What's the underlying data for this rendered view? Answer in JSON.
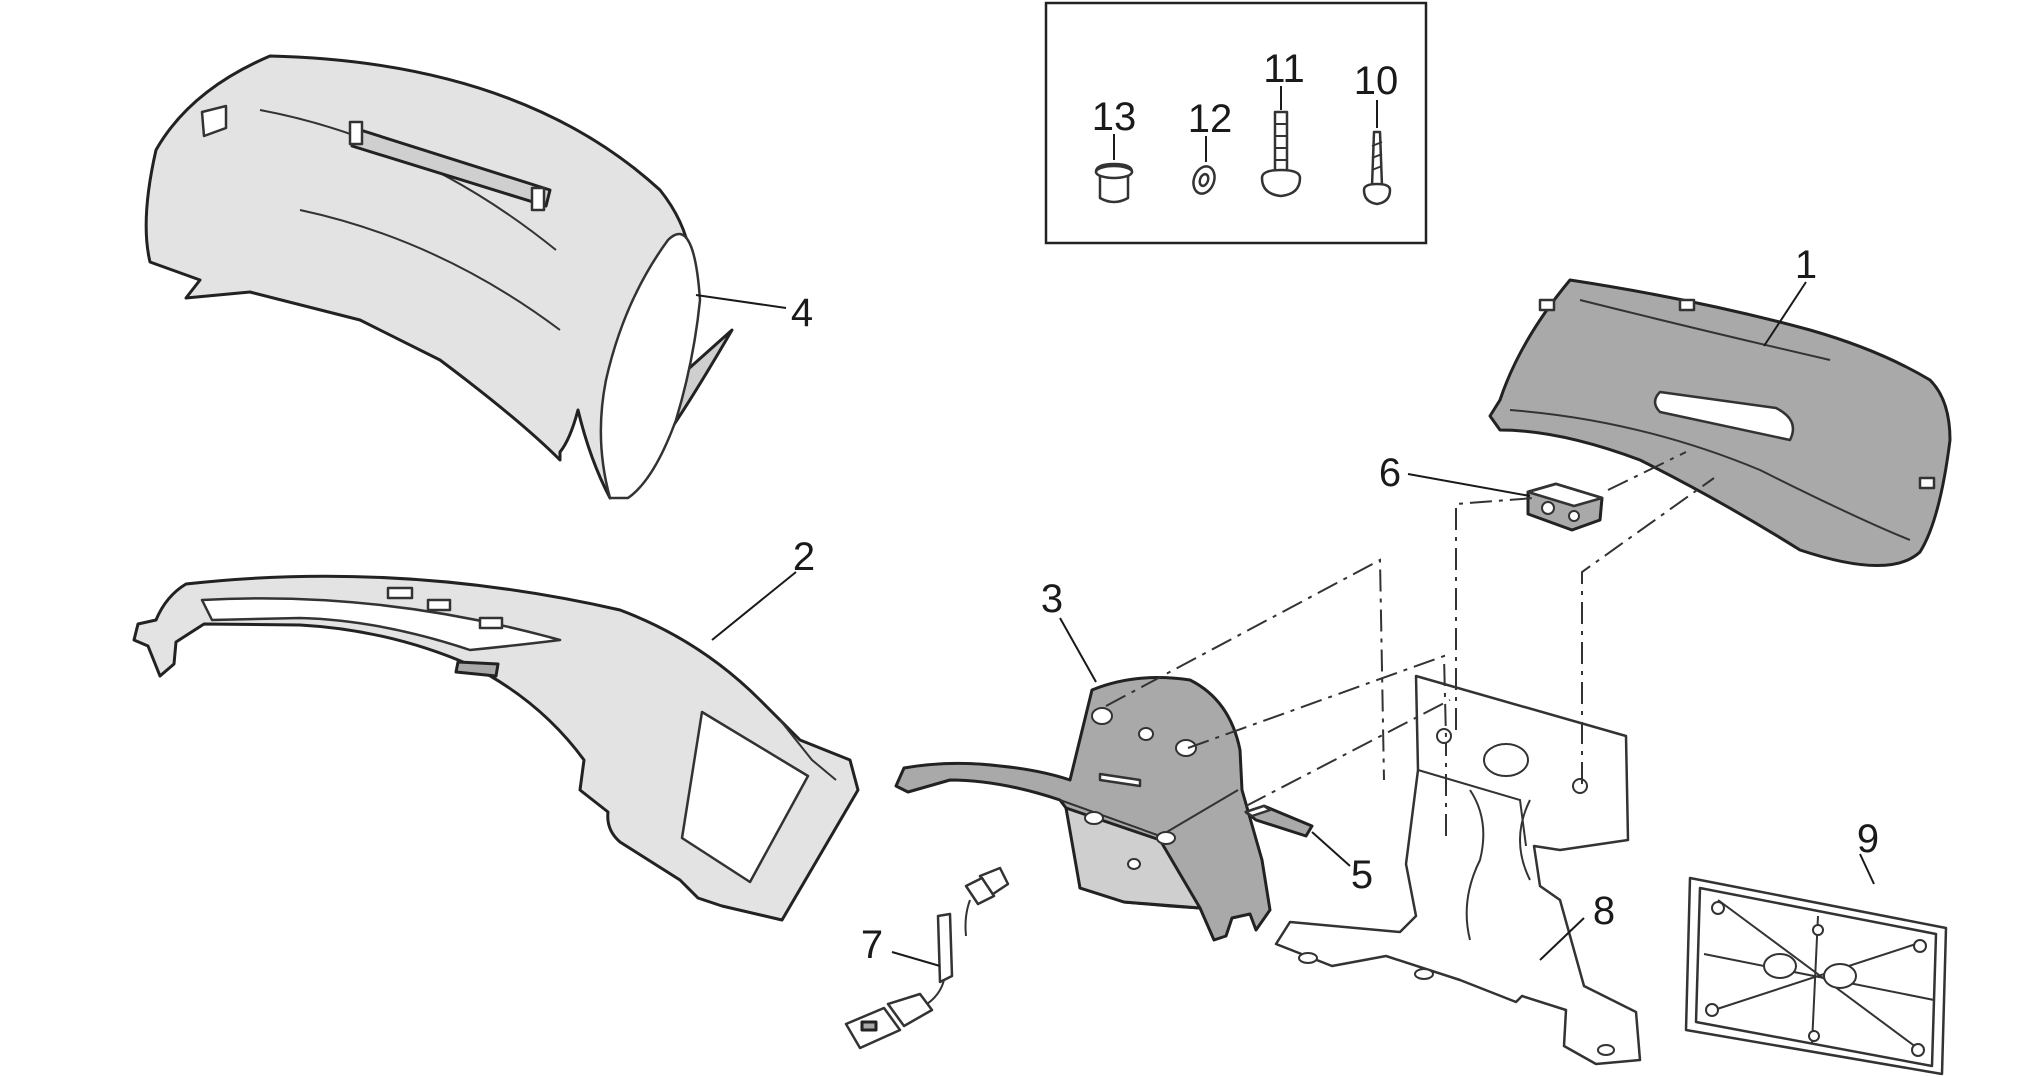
{
  "diagram": {
    "parts": [
      {
        "id": "part-1",
        "label": "1"
      },
      {
        "id": "part-2",
        "label": "2"
      },
      {
        "id": "part-3",
        "label": "3"
      },
      {
        "id": "part-4",
        "label": "4"
      },
      {
        "id": "part-5",
        "label": "5"
      },
      {
        "id": "part-6",
        "label": "6"
      },
      {
        "id": "part-7",
        "label": "7"
      },
      {
        "id": "part-8",
        "label": "8"
      },
      {
        "id": "part-9",
        "label": "9"
      },
      {
        "id": "part-10",
        "label": "10"
      },
      {
        "id": "part-11",
        "label": "11"
      },
      {
        "id": "part-12",
        "label": "12"
      },
      {
        "id": "part-13",
        "label": "13"
      }
    ]
  }
}
